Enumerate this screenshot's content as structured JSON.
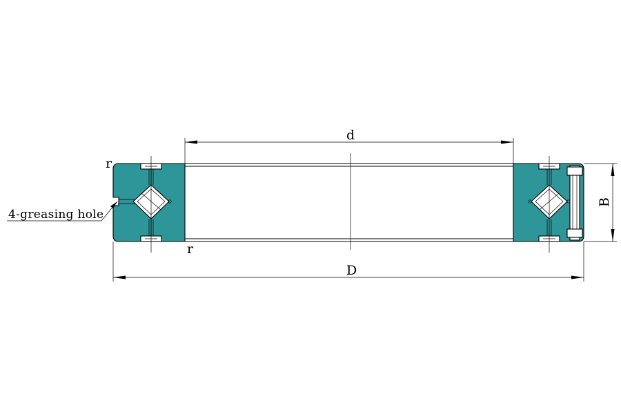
{
  "drawing": {
    "labels": {
      "bore_diameter": "d",
      "outer_diameter": "D",
      "width": "B",
      "radius_top": "r",
      "radius_bottom": "r",
      "callout": "4-greasing hole"
    },
    "colors": {
      "section_fill": "#2e9598",
      "line": "#000000",
      "background": "#ffffff",
      "roller_fill": "#ffffff"
    }
  }
}
